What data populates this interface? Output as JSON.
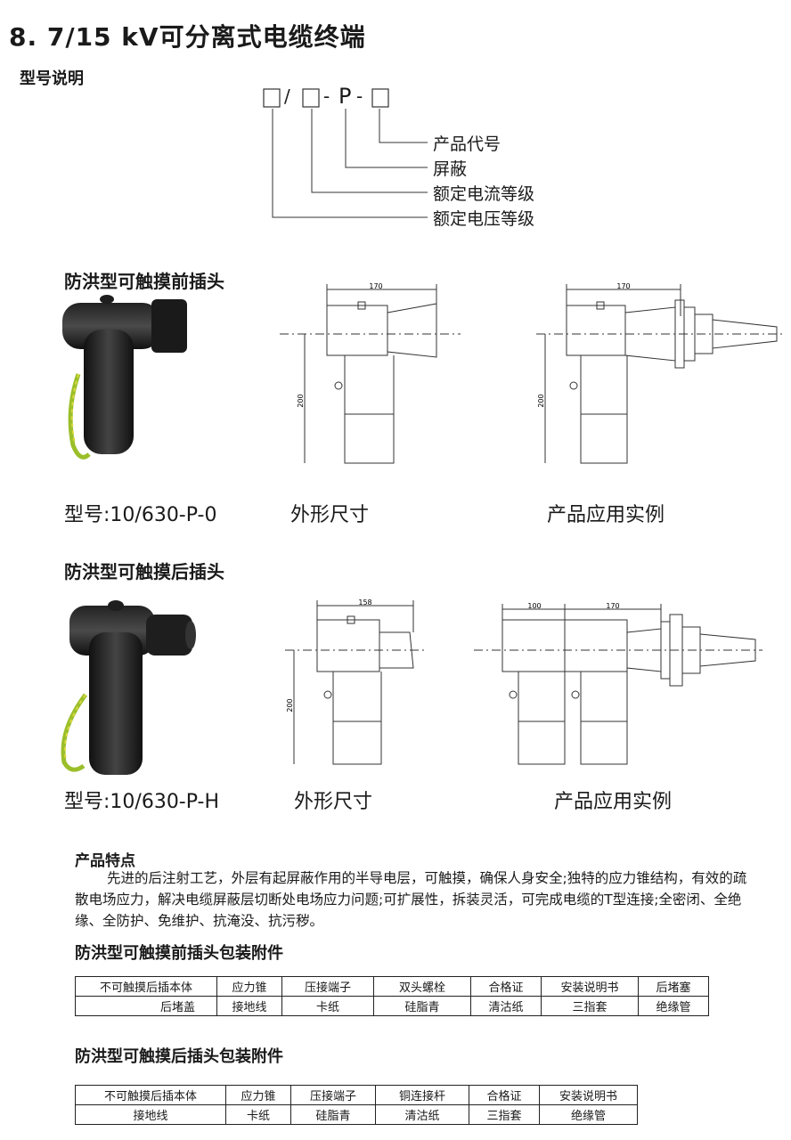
{
  "page_title": "8. 7/15 kV可分离式电缆终端",
  "model_section": {
    "heading": "型号说明",
    "code_slash": "/",
    "code_dash1": "-",
    "code_p": "P",
    "code_dash2": "-",
    "legend": [
      "产品代号",
      "屏蔽",
      "额定电流等级",
      "额定电压等级"
    ]
  },
  "front_plug": {
    "heading": "防洪型可触摸前插头",
    "model_caption": "型号:10/630-P-0",
    "dim_caption": "外形尺寸",
    "app_caption": "产品应用实例",
    "dim_width": "170",
    "dim_height": "200",
    "app_width": "170",
    "app_height": "200"
  },
  "rear_plug": {
    "heading": "防洪型可触摸后插头",
    "model_caption": "型号:10/630-P-H",
    "dim_caption": "外形尺寸",
    "app_caption": "产品应用实例",
    "dim_width": "158",
    "dim_height": "200",
    "app_width_a": "100",
    "app_width_b": "170"
  },
  "features": {
    "heading": "产品特点",
    "text": "先进的后注射工艺，外层有起屏蔽作用的半导电层，可触摸，确保人身安全;独特的应力锥结构，有效的疏散电场应力，解决电缆屏蔽层切断处电场应力问题;可扩展性，拆装灵活，可完成电缆的T型连接;全密闭、全绝缘、全防护、免维护、抗淹没、抗污秽。"
  },
  "front_accessories": {
    "heading": "防洪型可触摸前插头包装附件",
    "rows": [
      [
        "不可触摸后插本体",
        "应力锥",
        "压接端子",
        "双头螺栓",
        "合格证",
        "安装说明书",
        "后堵塞"
      ],
      [
        "后堵盖",
        "接地线",
        "卡纸",
        "硅脂青",
        "清沽纸",
        "三指套",
        "绝缘管"
      ]
    ]
  },
  "rear_accessories": {
    "heading": "防洪型可触摸后插头包装附件",
    "rows": [
      [
        "不可触摸后插本体",
        "应力锥",
        "压接端子",
        "铜连接杆",
        "合格证",
        "安装说明书"
      ],
      [
        "接地线",
        "卡纸",
        "硅脂青",
        "清沽纸",
        "三指套",
        "绝缘管"
      ]
    ]
  }
}
